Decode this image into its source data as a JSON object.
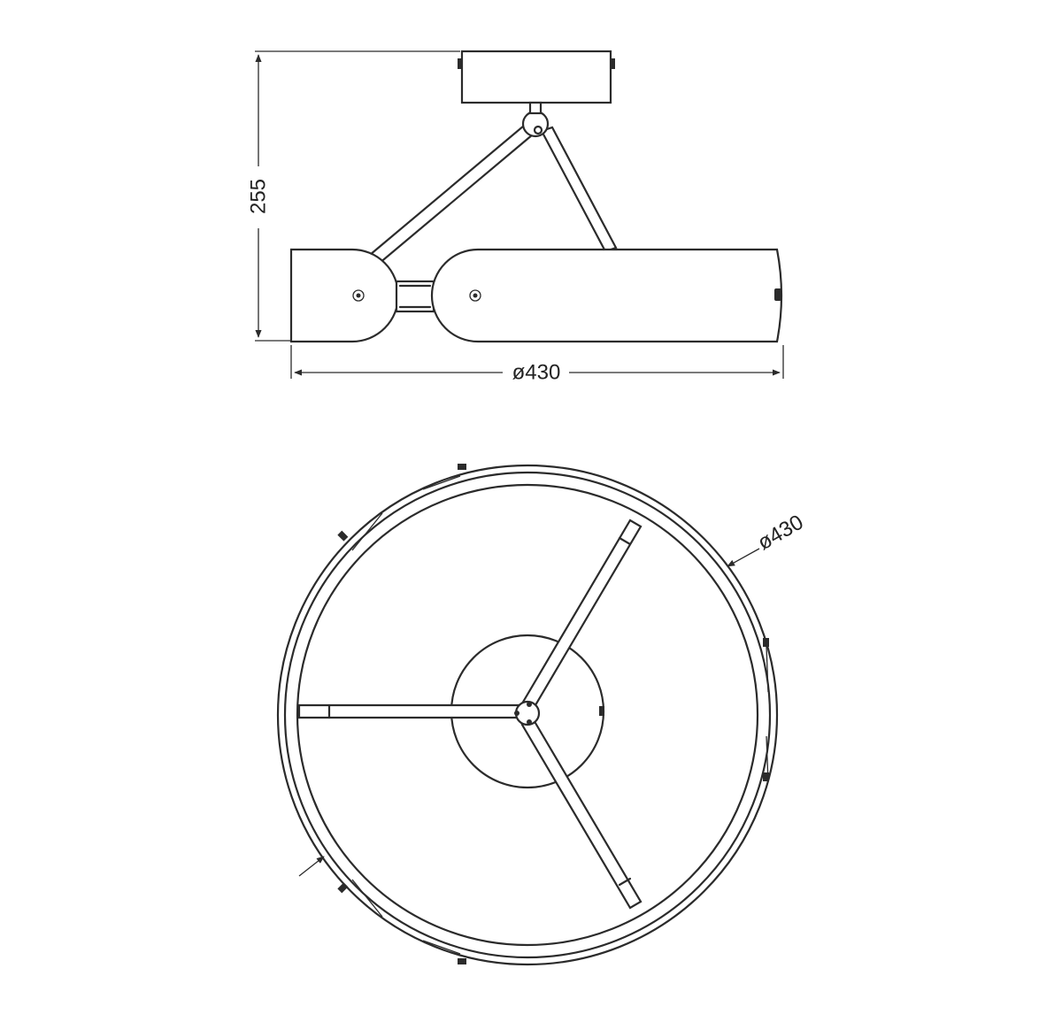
{
  "colors": {
    "line": "#2b2b2b",
    "background": "#ffffff"
  },
  "side_view": {
    "height_label": "255",
    "width_label": "ø430"
  },
  "top_view": {
    "diameter_label": "ø430"
  }
}
